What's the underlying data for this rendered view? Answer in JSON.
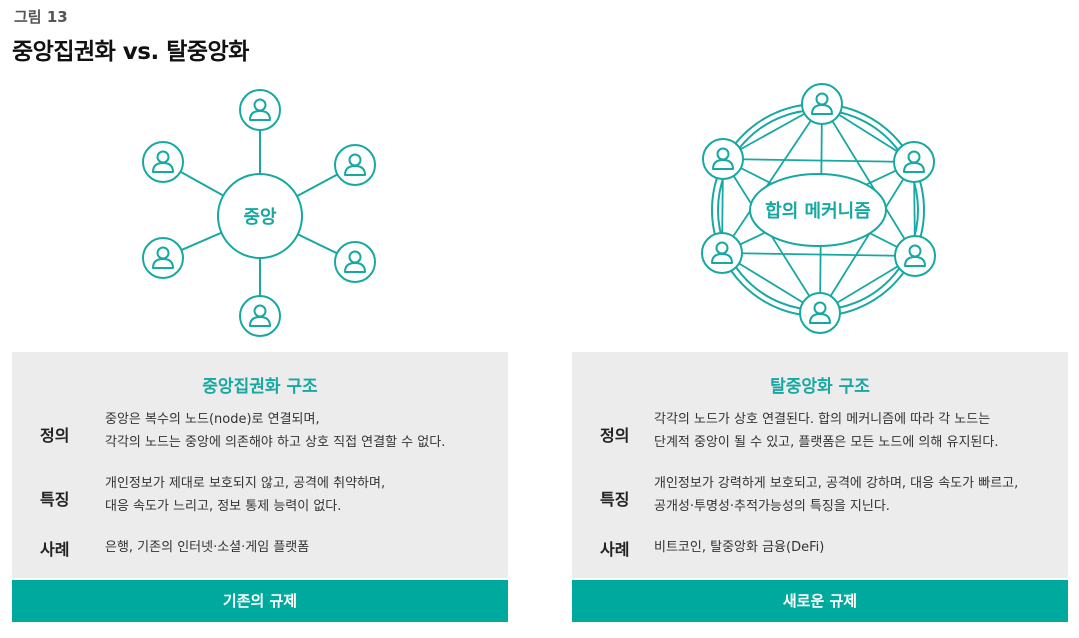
{
  "figure": {
    "label": "그림 13",
    "title": "중앙집권화 vs. 탈중앙화"
  },
  "diagrams": {
    "centralized": {
      "center_label": "중앙",
      "node_icon": "person-icon"
    },
    "decentralized": {
      "center_label": "합의 메커니즘",
      "node_icon": "person-icon"
    }
  },
  "colors": {
    "accent": "#17a8a2",
    "footer_bg": "#00a99d",
    "panel_bg": "#ececec"
  },
  "left_panel": {
    "title": "중앙집권화 구조",
    "rows": [
      {
        "key": "정의",
        "lines": [
          "중앙은 복수의 노드(node)로 연결되며,",
          "각각의 노드는 중앙에 의존해야 하고 상호 직접 연결할 수 없다."
        ]
      },
      {
        "key": "특징",
        "lines": [
          "개인정보가 제대로 보호되지 않고, 공격에 취약하며,",
          "대응 속도가 느리고, 정보 통제 능력이 없다."
        ]
      },
      {
        "key": "사례",
        "lines": [
          "은행, 기존의 인터넷·소셜·게임 플랫폼"
        ]
      }
    ],
    "footer": "기존의 규제"
  },
  "right_panel": {
    "title": "탈중앙화 구조",
    "rows": [
      {
        "key": "정의",
        "lines": [
          "각각의 노드가 상호 연결된다. 합의 메커니즘에 따라 각 노드는",
          "단계적 중앙이 될 수 있고, 플랫폼은 모든 노드에 의해 유지된다."
        ]
      },
      {
        "key": "특징",
        "lines": [
          "개인정보가 강력하게 보호되고, 공격에 강하며, 대응 속도가 빠르고,",
          "공개성·투명성·추적가능성의 특징을 지닌다."
        ]
      },
      {
        "key": "사례",
        "lines": [
          "비트코인, 탈중앙화 금융(DeFi)"
        ]
      }
    ],
    "footer": "새로운 규제"
  }
}
